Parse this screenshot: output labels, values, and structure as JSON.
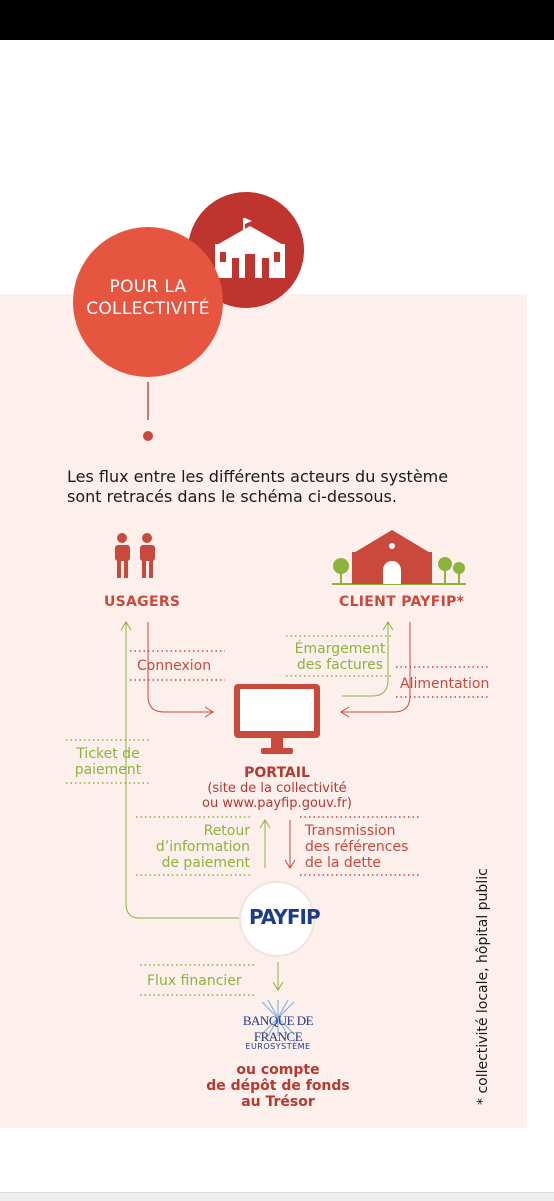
{
  "badge": {
    "line1": "POUR LA",
    "line2": "COLLECTIVITÉ",
    "icon": "town-hall-icon"
  },
  "intro": "Les flux entre les différents acteurs du système sont retracés dans le schéma ci-dessous.",
  "nodes": {
    "usagers": {
      "label": "USAGERS",
      "icon": "people-icon"
    },
    "client": {
      "label": "CLIENT PAYFIP*",
      "icon": "building-trees-icon"
    },
    "portail": {
      "title": "PORTAIL",
      "line1": "(site de la collectivité",
      "line2": "ou www.payfip.gouv.fr)",
      "icon": "computer-monitor-icon"
    },
    "payfip": {
      "text": "PAYFIP",
      "icon": "payfip-logo"
    },
    "banque": {
      "name": "BANQUE DE FRANCE",
      "sub": "EUROSYSTÈME",
      "line1": "ou compte",
      "line2": "de dépôt de fonds",
      "line3": "au Trésor"
    }
  },
  "flows": {
    "connexion": "Connexion",
    "emargement_1": "Émargement",
    "emargement_2": "des factures",
    "alimentation": "Alimentation",
    "ticket_1": "Ticket de",
    "ticket_2": "paiement",
    "retour_1": "Retour",
    "retour_2": "d’information",
    "retour_3": "de paiement",
    "transmission_1": "Transmission",
    "transmission_2": "des références",
    "transmission_3": "de la dette",
    "flux": "Flux financier"
  },
  "footnote": "* collectivité locale, hôpital public",
  "colors": {
    "red": "#c94a3c",
    "dark_red": "#b43a30",
    "green": "#8cb43c",
    "panel": "#fcefec",
    "navy": "#1e3a8a"
  }
}
